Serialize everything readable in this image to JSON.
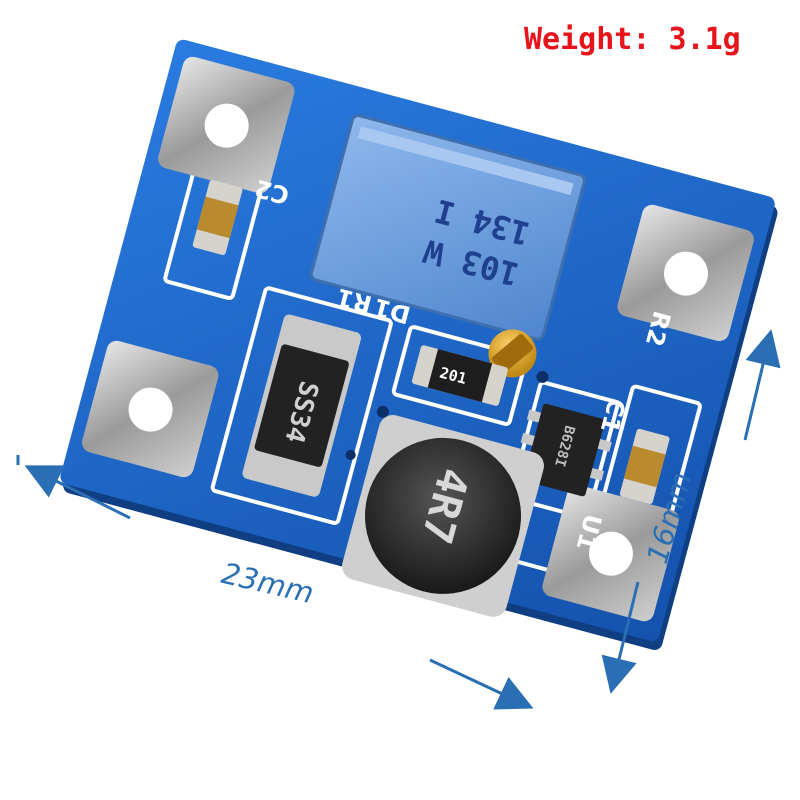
{
  "weight": {
    "label": "Weight: 3.1g"
  },
  "dimensions": {
    "width": "23mm",
    "height": "16mm"
  },
  "silkscreen": {
    "c2": "C2",
    "r1": "R1",
    "d1": "D1",
    "r2": "R2",
    "c1": "C1",
    "u1": "U1"
  },
  "components": {
    "pot_line1": "134 I",
    "pot_line2": "103 W",
    "diode": "SS34",
    "inductor": "4R7",
    "resistor": "201",
    "ic": "B628I"
  },
  "colors": {
    "accent_text": "#e8141b",
    "dimension": "#2a6fb3",
    "pcb": "#1b63c9",
    "trimmer": "#6a9bd9"
  }
}
